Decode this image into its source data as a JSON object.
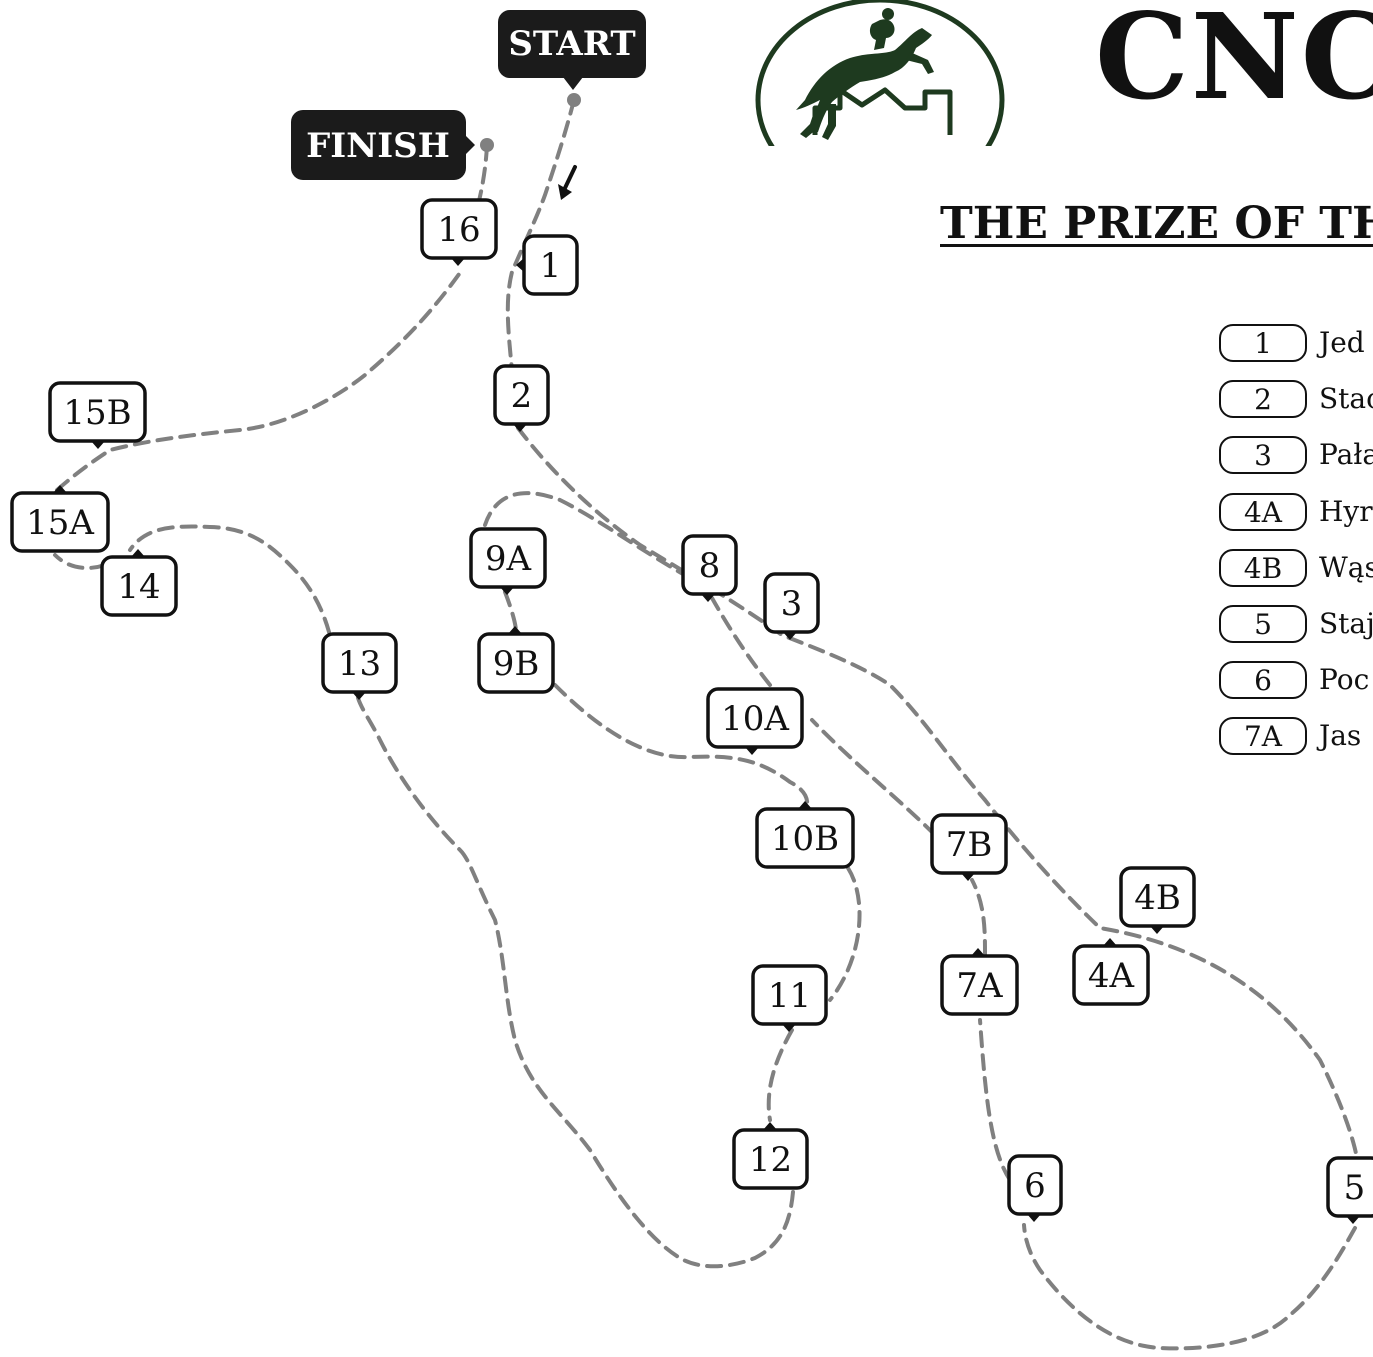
{
  "header": {
    "title": "CNC",
    "subtitle": "THE PRIZE OF TH"
  },
  "logo": {
    "icon": "horse-jumping-logo",
    "color": "#1e3a1f"
  },
  "course": {
    "start_label": "START",
    "finish_label": "FINISH",
    "path_color": "#808080",
    "marker_border_color": "#111111",
    "tag_color": "#1b1b1b",
    "obstacles": [
      {
        "id": "1",
        "label": "1"
      },
      {
        "id": "2",
        "label": "2"
      },
      {
        "id": "3",
        "label": "3"
      },
      {
        "id": "4A",
        "label": "4A"
      },
      {
        "id": "4B",
        "label": "4B"
      },
      {
        "id": "5",
        "label": "5"
      },
      {
        "id": "6",
        "label": "6"
      },
      {
        "id": "7A",
        "label": "7A"
      },
      {
        "id": "7B",
        "label": "7B"
      },
      {
        "id": "8",
        "label": "8"
      },
      {
        "id": "9A",
        "label": "9A"
      },
      {
        "id": "9B",
        "label": "9B"
      },
      {
        "id": "10A",
        "label": "10A"
      },
      {
        "id": "10B",
        "label": "10B"
      },
      {
        "id": "11",
        "label": "11"
      },
      {
        "id": "12",
        "label": "12"
      },
      {
        "id": "13",
        "label": "13"
      },
      {
        "id": "14",
        "label": "14"
      },
      {
        "id": "15A",
        "label": "15A"
      },
      {
        "id": "15B",
        "label": "15B"
      },
      {
        "id": "16",
        "label": "16"
      }
    ]
  },
  "legend": {
    "items": [
      {
        "number": "1",
        "name": "Jed"
      },
      {
        "number": "2",
        "name": "Stac"
      },
      {
        "number": "3",
        "name": "Pała"
      },
      {
        "number": "4A",
        "name": "Hyr"
      },
      {
        "number": "4B",
        "name": "Wąs"
      },
      {
        "number": "5",
        "name": "Staj"
      },
      {
        "number": "6",
        "name": "Poc"
      },
      {
        "number": "7A",
        "name": "Jas"
      }
    ]
  }
}
